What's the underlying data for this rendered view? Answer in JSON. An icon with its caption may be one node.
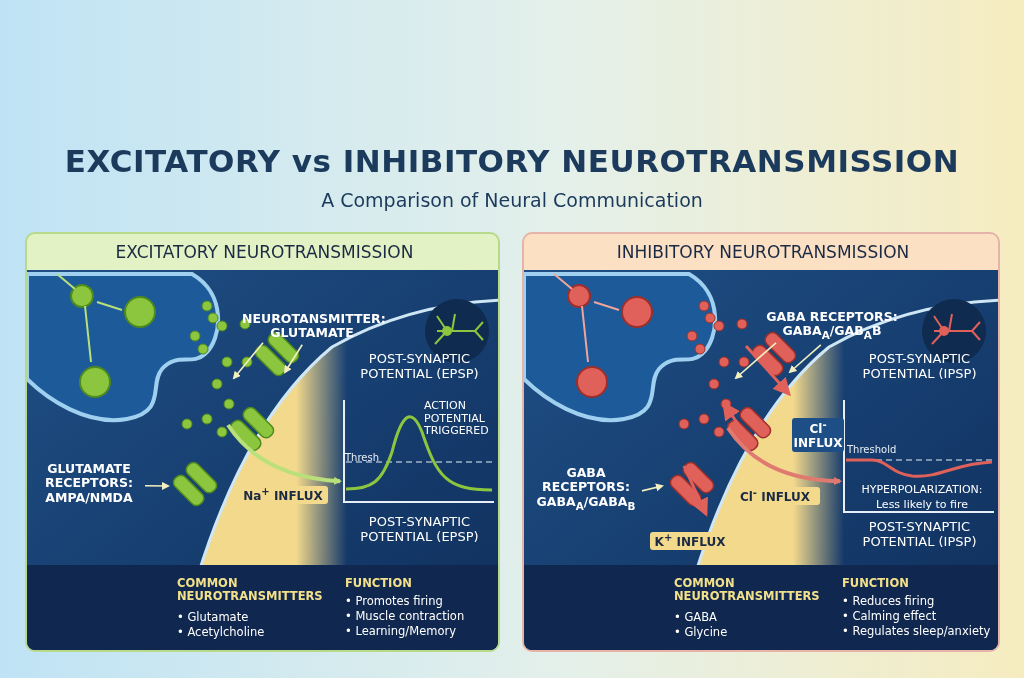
{
  "diagram": {
    "title": "EXCITATORY vs INHIBITORY NEUROTRANSMISSION",
    "nodes": [
      {
        "text": [
          "EXCITATORY NEUROTRANSMISSION"
        ]
      },
      {
        "text": [
          "NEUROTANSMITTER: GLUTAMATE"
        ],
        "in": 0
      },
      {
        "text": [
          "GLUTAMATE RECEPTORS: AMPA/NMDA"
        ],
        "in": 0
      },
      {
        "text": [
          "POST-SYNAPTIC POTENTIAL (EPSP)",
          "Thresh",
          "ACTION POTENTIAL TRIGGERED",
          "POST-SYNAPTIC POTENTIAL (EPSP)"
        ],
        "in": 0
      },
      {
        "text": [
          "COMMON NEUROTRANSMITTERS",
          "• Glutamate",
          "• Acetylcholine",
          "FUNCTION",
          "• Promotes firing",
          "• Muscle contraction",
          "• Learning/Memory"
        ],
        "in": 0
      },
      {
        "text": [
          "INHIBITORY NEUROTRANSMISSION"
        ]
      },
      {
        "text": [
          "GABA RECEPTORS: GABA$_{A}$/GAB$_{A}$B"
        ],
        "in": 5
      },
      {
        "text": [
          "GABA RECEPTORS: GABA$_{A}$/GABA$_{B}$"
        ],
        "in": 5
      },
      {
        "text": [
          "POST-SYNAPTIC POTENTIAL (IPSP)",
          "Threshold",
          "HYPERPOLARIZATION:",
          "Less likely to fire",
          "POST-SYNAPTIC POTENTIAL (IPSP)"
        ],
        "in": 5
      },
      {
        "text": [
          "COMMON NEUROTRANSMITTERS",
          "• GABA",
          "• Glycine",
          "FUNCTION",
          "• Reduces firing",
          "• Calming effect",
          "• Regulates sleep/anxiety"
        ],
        "in": 5
      }
    ],
    "edges": [
      {
        "from": 1,
        "to": null,
        "arrow": "to"
      },
      {
        "from": 1,
        "to": null,
        "arrow": "to"
      },
      {
        "from": 2,
        "to": null,
        "arrow": "to"
      },
      {
        "from": null,
        "to": 3,
        "arrow": "to",
        "label": "Na$^{+}$ INFLUX",
        "style": "thick"
      },
      {
        "from": 6,
        "to": null,
        "arrow": "to"
      },
      {
        "from": 6,
        "to": null,
        "arrow": "to"
      },
      {
        "from": 7,
        "to": null,
        "arrow": "to"
      },
      {
        "from": null,
        "to": 8,
        "arrow": "to",
        "label": "Cl$^{-}$ INFLUX",
        "style": "thick",
        "color": "#e07a70"
      }
    ],
    "labels": [
      "A Comparison of Neural Communication",
      "Cl$^{-}$ INFLUX",
      "K$^{+}$ INFLUX"
    ]
  }
}
